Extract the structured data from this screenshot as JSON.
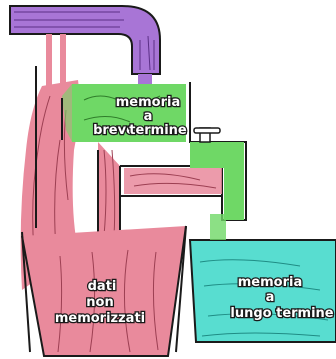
{
  "labels": {
    "short_term": [
      "memoria",
      "a",
      "breve",
      "termine"
    ],
    "long_term": [
      "memoria",
      "a",
      "lungo termine"
    ],
    "not_stored": [
      "dati",
      "non",
      "memorizzati"
    ]
  },
  "colors": {
    "input_flow": "#a875d6",
    "short_term": "#6fd866",
    "long_term": "#58ddd0",
    "not_stored": "#e98a9c",
    "outline": "#1a1a1a",
    "background": "#ffffff"
  },
  "icons": [
    "faucet-tap-icon"
  ]
}
